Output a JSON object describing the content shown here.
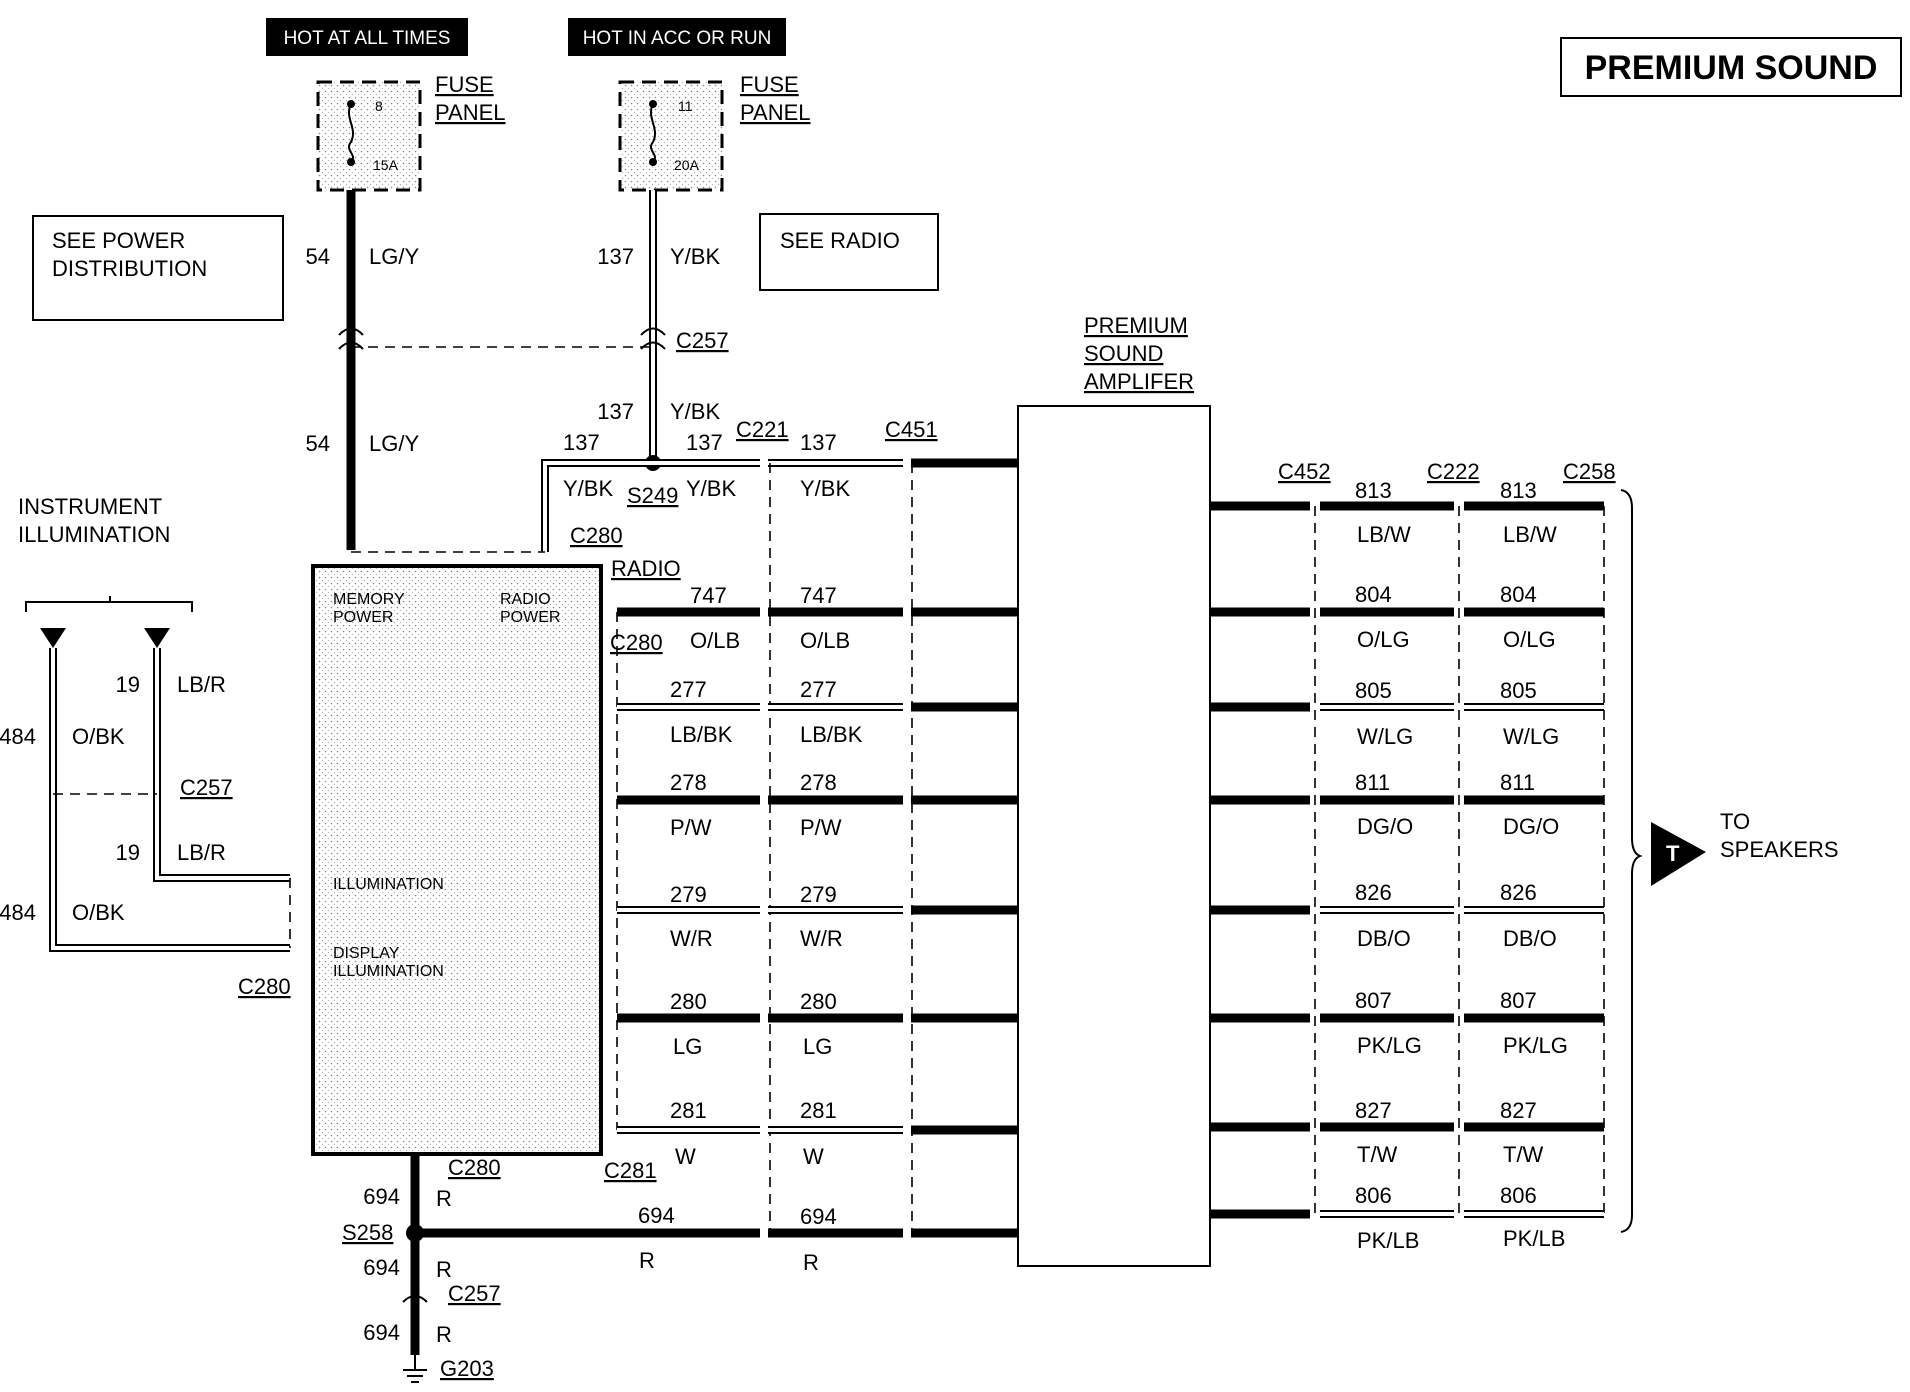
{
  "title": "PREMIUM SOUND",
  "power_labels": {
    "hot_all_times": "HOT AT ALL TIMES",
    "hot_acc_run": "HOT IN ACC OR RUN"
  },
  "fuse_panel": {
    "label_line1": "FUSE",
    "label_line2": "PANEL",
    "fuse1": {
      "number": "8",
      "rating": "15A"
    },
    "fuse2": {
      "number": "11",
      "rating": "20A"
    }
  },
  "references": {
    "power_line1": "SEE POWER",
    "power_line2": "DISTRIBUTION",
    "radio": "SEE RADIO"
  },
  "feed_circuits": {
    "c54": {
      "num": "54",
      "color": "LG/Y"
    },
    "c137": {
      "num": "137",
      "color": "Y/BK"
    }
  },
  "connectors": {
    "c257": "C257",
    "c221": "C221",
    "c451": "C451",
    "c280": "C280",
    "c281": "C281",
    "c452": "C452",
    "c222": "C222",
    "c258": "C258"
  },
  "splices": {
    "s249": "S249",
    "s258": "S258"
  },
  "ground": "G203",
  "instrument_illumination": {
    "line1": "INSTRUMENT",
    "line2": "ILLUMINATION",
    "c484": {
      "num": "484",
      "color": "O/BK"
    },
    "c19": {
      "num": "19",
      "color": "LB/R"
    }
  },
  "radio": {
    "label": "RADIO",
    "memory_power": [
      "MEMORY",
      "POWER"
    ],
    "radio_power": [
      "RADIO",
      "POWER"
    ],
    "illumination": "ILLUMINATION",
    "display_illumination": [
      "DISPLAY",
      "ILLUMINATION"
    ]
  },
  "amplifier": {
    "line1": "PREMIUM",
    "line2": "SOUND",
    "line3": "AMPLIFER"
  },
  "radio_circuits": [
    {
      "num": "747",
      "color": "O/LB"
    },
    {
      "num": "277",
      "color": "LB/BK"
    },
    {
      "num": "278",
      "color": "P/W"
    },
    {
      "num": "279",
      "color": "W/R"
    },
    {
      "num": "280",
      "color": "LG"
    },
    {
      "num": "281",
      "color": "W"
    }
  ],
  "ground_circuit": {
    "num": "694",
    "color": "R"
  },
  "speaker_circuits": [
    {
      "num": "813",
      "color": "LB/W"
    },
    {
      "num": "804",
      "color": "O/LG"
    },
    {
      "num": "805",
      "color": "W/LG"
    },
    {
      "num": "811",
      "color": "DG/O"
    },
    {
      "num": "826",
      "color": "DB/O"
    },
    {
      "num": "807",
      "color": "PK/LG"
    },
    {
      "num": "827",
      "color": "T/W"
    },
    {
      "num": "806",
      "color": "PK/LB"
    }
  ],
  "speakers": {
    "marker": "T",
    "line1": "TO",
    "line2": "SPEAKERS"
  }
}
